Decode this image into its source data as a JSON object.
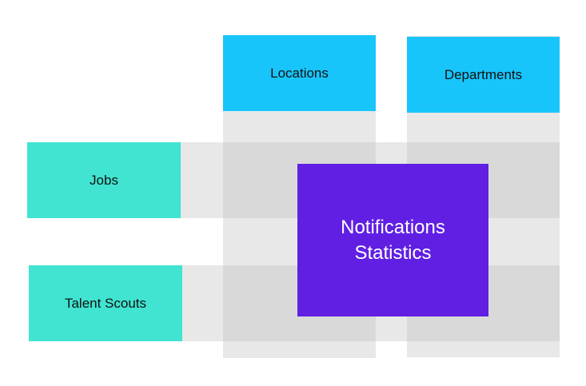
{
  "columns": [
    {
      "label": "Locations"
    },
    {
      "label": "Departments"
    }
  ],
  "rows": [
    {
      "label": "Jobs"
    },
    {
      "label": "Talent Scouts"
    }
  ],
  "center": {
    "line1": "Notifications",
    "line2": "Statistics"
  },
  "colors": {
    "column_header": "#18c5fb",
    "row_header": "#40e4d0",
    "center": "#601fe3",
    "band": "#e6e6e6"
  }
}
